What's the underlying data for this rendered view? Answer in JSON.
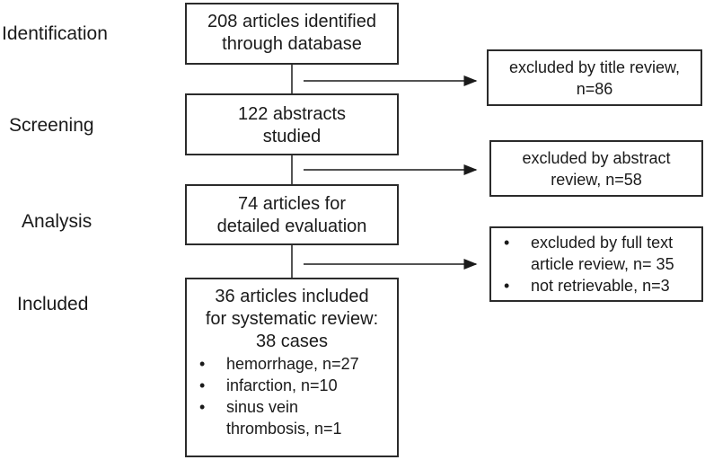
{
  "stages": [
    {
      "label": "Identification"
    },
    {
      "label": "Screening"
    },
    {
      "label": "Analysis"
    },
    {
      "label": "Included"
    }
  ],
  "flow_boxes": {
    "identified": {
      "lines": [
        "208 articles identified",
        "through database"
      ]
    },
    "screened": {
      "lines": [
        "122 abstracts",
        "studied"
      ]
    },
    "analysis": {
      "lines": [
        "74 articles for",
        "detailed evaluation"
      ]
    },
    "included": {
      "lines": [
        "36 articles included",
        "for systematic review:",
        "38 cases"
      ],
      "bullets": [
        "hemorrhage, n=27",
        "infarction, n=10",
        "sinus vein thrombosis, n=1"
      ],
      "bullet_lines": [
        [
          "hemorrhage, n=27"
        ],
        [
          "infarction, n=10"
        ],
        [
          "sinus vein",
          "thrombosis, n=1"
        ]
      ]
    }
  },
  "exclusion_boxes": {
    "title_review": {
      "lines": [
        "excluded by title review,",
        "n=86"
      ]
    },
    "abstract_review": {
      "lines": [
        "excluded by abstract",
        "review, n=58"
      ]
    },
    "full_text": {
      "bullet_lines": [
        [
          "excluded by full text",
          "article review, n= 35"
        ],
        [
          "not retrievable,  n=3"
        ]
      ]
    }
  },
  "bullet_symbol": "•"
}
